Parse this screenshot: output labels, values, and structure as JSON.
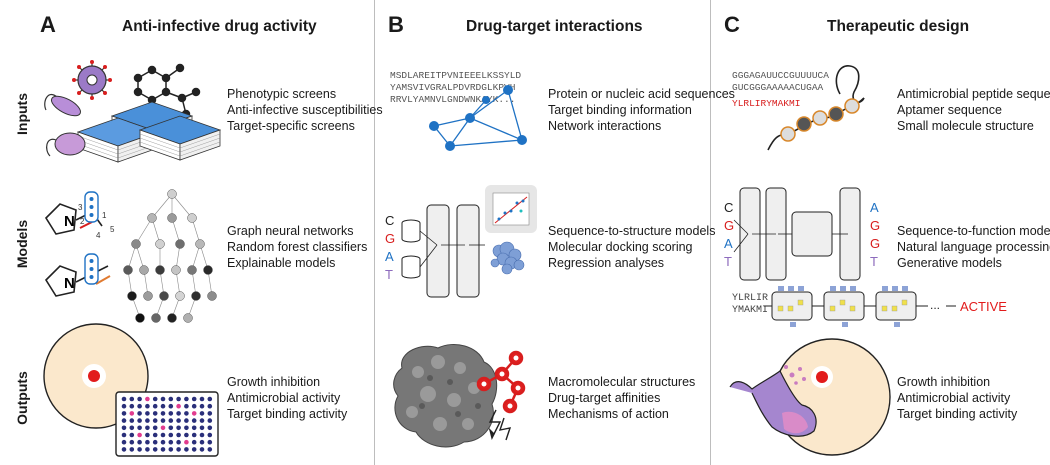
{
  "panels": [
    {
      "letter": "A",
      "title": "Anti-infective drug activity"
    },
    {
      "letter": "B",
      "title": "Drug-target interactions"
    },
    {
      "letter": "C",
      "title": "Therapeutic design"
    }
  ],
  "rows": [
    "Inputs",
    "Models",
    "Outputs"
  ],
  "panel_a": {
    "inputs": [
      "Phenotypic screens",
      "Anti-infective susceptibilities",
      "Target-specific screens"
    ],
    "models": [
      "Graph neural networks",
      "Random forest classifiers",
      "Explainable models"
    ],
    "outputs": [
      "Growth inhibition",
      "Antimicrobial activity",
      "Target binding activity"
    ],
    "atom_labels": [
      "N",
      "N",
      "3",
      "2",
      "1",
      "4",
      "5"
    ]
  },
  "panel_b": {
    "sequence": [
      "MSDLAREITPVNIEEELKSSYLD",
      "YAMSVIVGRALPDVRDGLKPVH",
      "RRVLYAMNVLGNDWNKAYK..."
    ],
    "inputs": [
      "Protein or nucleic acid sequences",
      "Target binding information",
      "Network interactions"
    ],
    "models": [
      "Sequence-to-structure models",
      "Molecular docking scoring",
      "Regression analyses"
    ],
    "outputs": [
      "Macromolecular structures",
      "Drug-target affinities",
      "Mechanisms of action"
    ],
    "bases": [
      "C",
      "G",
      "A",
      "T"
    ]
  },
  "panel_c": {
    "sequence": [
      "GGGAGAUUCCGUUUUCA",
      "GUCGGGAAAAACUGAA"
    ],
    "peptide": "YLRLIRYMAKMI",
    "inputs": [
      "Antimicrobial peptide sequence",
      "Aptamer sequence",
      "Small molecule structure"
    ],
    "models": [
      "Sequence-to-function models",
      "Natural language processing",
      "Generative models"
    ],
    "outputs": [
      "Growth inhibition",
      "Antimicrobial activity",
      "Target binding activity"
    ],
    "bases_in": [
      "C",
      "G",
      "A",
      "T"
    ],
    "bases_out": [
      "A",
      "G",
      "G",
      "T"
    ],
    "peptide_split": [
      "YLRLIR",
      "YMAKMI"
    ],
    "ellipsis": "...",
    "active_label": "ACTIVE"
  },
  "colors": {
    "red": "#d81e1e",
    "blue": "#1f72c4",
    "purple": "#8d6bbd",
    "cell": "#fbe8cc",
    "navy": "#2a2f7a"
  }
}
